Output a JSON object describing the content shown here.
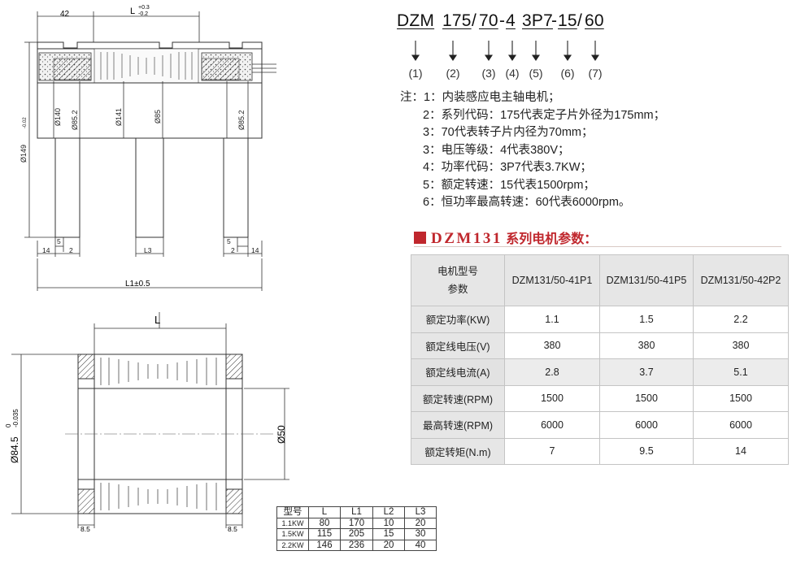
{
  "model_code": {
    "parts": [
      "DZM",
      "175",
      "/",
      "70",
      "-",
      "4",
      "3P7",
      "-",
      "15",
      "/",
      "60"
    ],
    "indices": [
      "(1)",
      "(2)",
      "(3)",
      "(4)",
      "(5)",
      "(6)",
      "(7)"
    ]
  },
  "notes": {
    "prefix": "注：",
    "lines": [
      "1：内装感应电主轴电机；",
      "2：系列代码：175代表定子片外径为175mm；",
      "3：70代表转子片内径为70mm；",
      "3：电压等级：4代表380V；",
      "4：功率代码：3P7代表3.7KW；",
      "5：额定转速：15代表1500rpm；",
      "6：恒功率最高转速：60代表6000rpm。"
    ]
  },
  "section": {
    "title_series": "DZM131",
    "title_rest": "系列电机参数："
  },
  "params_table": {
    "corner_top": "电机型号",
    "corner_bottom": "参数",
    "models": [
      "DZM131/50-41P1",
      "DZM131/50-41P5",
      "DZM131/50-42P2"
    ],
    "rows": [
      {
        "label": "额定功率(KW)",
        "values": [
          "1.1",
          "1.5",
          "2.2"
        ]
      },
      {
        "label": "额定线电压(V)",
        "values": [
          "380",
          "380",
          "380"
        ]
      },
      {
        "label": "额定线电流(A)",
        "values": [
          "2.8",
          "3.7",
          "5.1"
        ]
      },
      {
        "label": "额定转速(RPM)",
        "values": [
          "1500",
          "1500",
          "1500"
        ]
      },
      {
        "label": "最高转速(RPM)",
        "values": [
          "6000",
          "6000",
          "6000"
        ]
      },
      {
        "label": "额定转矩(N.m)",
        "values": [
          "7",
          "9.5",
          "14"
        ]
      }
    ]
  },
  "dims_table": {
    "headers": [
      "型号",
      "L",
      "L1",
      "L2",
      "L3"
    ],
    "rows": [
      [
        "1.1KW",
        "80",
        "170",
        "10",
        "20"
      ],
      [
        "1.5KW",
        "115",
        "205",
        "15",
        "30"
      ],
      [
        "2.2KW",
        "146",
        "236",
        "20",
        "40"
      ]
    ]
  },
  "drawing_top": {
    "dim_42": "42",
    "dim_L": "L",
    "tol_L_upper": "+0.3",
    "tol_L_lower": "-0.2",
    "dia_149": "Ø149",
    "tol_149": "-0.02",
    "dia_140": "Ø140",
    "dia_85_2_left": "Ø85.2",
    "dia_141": "Ø141",
    "dia_85": "Ø85",
    "dia_85_2_right": "Ø85.2",
    "dim_5_left": "5",
    "dim_14_left": "14",
    "dim_2_left": "2",
    "dim_L3": "L3",
    "dim_5_right": "5",
    "dim_2_right": "2",
    "dim_14_right": "14",
    "dim_L1": "L1±0.5"
  },
  "drawing_bottom": {
    "dim_L": "L",
    "dia_84_5": "Ø84.5",
    "tol_84_upper": "0",
    "tol_84_lower": "-0.035",
    "dia_50": "Ø50",
    "dim_8_5_left": "8.5",
    "dim_8_5_right": "8.5"
  }
}
